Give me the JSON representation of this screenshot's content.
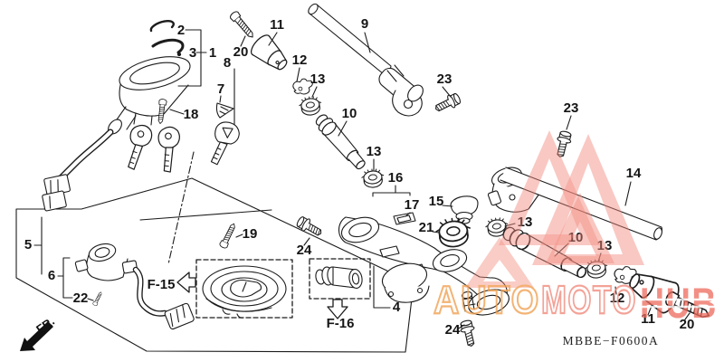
{
  "diagram": {
    "code": "MBBE−F0600A",
    "direction_label": "FR.",
    "view_refs": [
      {
        "label": "F-15"
      },
      {
        "label": "F-16"
      }
    ],
    "callouts": [
      {
        "label": "2"
      },
      {
        "label": "3"
      },
      {
        "label": "1"
      },
      {
        "label": "20"
      },
      {
        "label": "11"
      },
      {
        "label": "12"
      },
      {
        "label": "13"
      },
      {
        "label": "9"
      },
      {
        "label": "23"
      },
      {
        "label": "10"
      },
      {
        "label": "13"
      },
      {
        "label": "16"
      },
      {
        "label": "17"
      },
      {
        "label": "15"
      },
      {
        "label": "21"
      },
      {
        "label": "18"
      },
      {
        "label": "8"
      },
      {
        "label": "7"
      },
      {
        "label": "19"
      },
      {
        "label": "24"
      },
      {
        "label": "5"
      },
      {
        "label": "6"
      },
      {
        "label": "22"
      },
      {
        "label": "4"
      },
      {
        "label": "24"
      },
      {
        "label": "23"
      },
      {
        "label": "14"
      },
      {
        "label": "13"
      },
      {
        "label": "10"
      },
      {
        "label": "13"
      },
      {
        "label": "12"
      },
      {
        "label": "11"
      },
      {
        "label": "20"
      }
    ]
  },
  "watermark": {
    "part_accent": "AUTO",
    "part_outline": "MOTO",
    "part_solid": "HUB",
    "accent_color": "#F0A052",
    "outline_color": "#F08A7C",
    "solid_color": "#EE6A5C"
  }
}
